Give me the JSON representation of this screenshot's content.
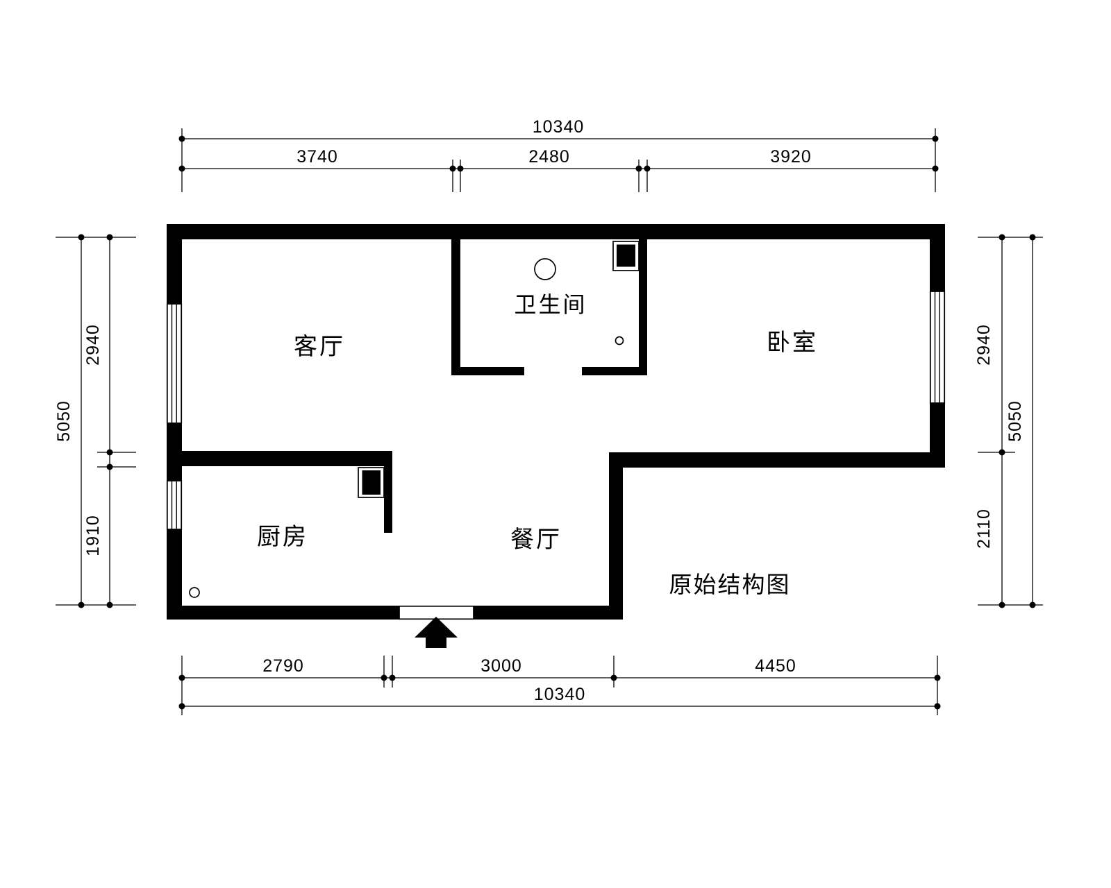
{
  "plan": {
    "title": "原始结构图",
    "rooms": {
      "living": "客厅",
      "bathroom": "卫生间",
      "bedroom": "卧室",
      "kitchen": "厨房",
      "dining": "餐厅"
    },
    "dimensions": {
      "top": {
        "total": "10340",
        "segments": [
          "3740",
          "2480",
          "3920"
        ]
      },
      "bottom": {
        "total": "10340",
        "segments": [
          "2790",
          "3000",
          "4450"
        ]
      },
      "left": {
        "total": "5050",
        "segments": [
          "2940",
          "1910"
        ]
      },
      "right": {
        "total": "5050",
        "segments": [
          "2940",
          "2110"
        ]
      }
    },
    "colors": {
      "ink": "#000000",
      "background": "#ffffff"
    }
  }
}
